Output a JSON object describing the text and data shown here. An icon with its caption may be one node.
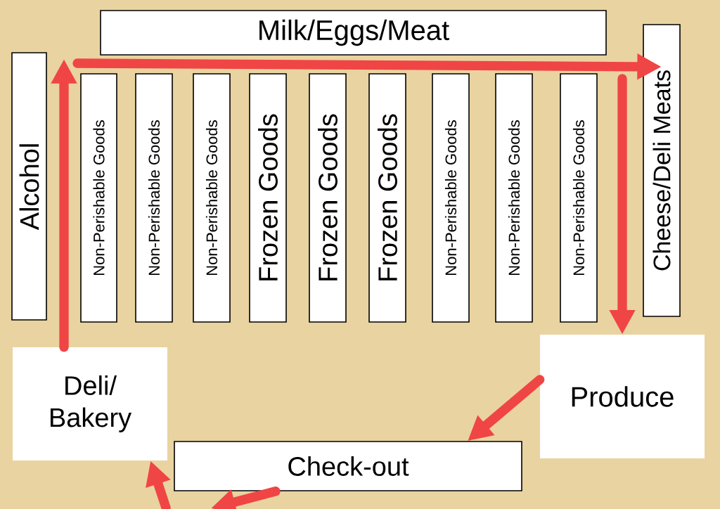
{
  "diagram": {
    "nodes": [
      {
        "text": [
          "Milk/Eggs/Meat"
        ]
      },
      {
        "text": [
          "Alcohol"
        ]
      },
      {
        "text": [
          "Non-Perishable Goods"
        ]
      },
      {
        "text": [
          "Non-Perishable Goods"
        ]
      },
      {
        "text": [
          "Non-Perishable Goods"
        ]
      },
      {
        "text": [
          "Frozen Goods"
        ]
      },
      {
        "text": [
          "Frozen Goods"
        ]
      },
      {
        "text": [
          "Frozen Goods"
        ]
      },
      {
        "text": [
          "Non-Perishable Goods"
        ]
      },
      {
        "text": [
          "Non-Perishable Goods"
        ]
      },
      {
        "text": [
          "Non-Perishable Goods"
        ]
      },
      {
        "text": [
          "Cheese/Deli Meats"
        ]
      },
      {
        "text": [
          "Deli/ Bakery"
        ]
      },
      {
        "text": [
          "Produce"
        ]
      },
      {
        "text": [
          "Check-out"
        ]
      }
    ],
    "edges": [
      {
        "from": 12,
        "to": null,
        "arrow": "to"
      },
      {
        "from": null,
        "to": 11,
        "arrow": "to"
      },
      {
        "from": null,
        "to": 13,
        "arrow": "to"
      },
      {
        "from": 13,
        "to": 14,
        "arrow": "to"
      },
      {
        "from": 14,
        "to": null,
        "arrow": "to"
      },
      {
        "from": null,
        "to": 12,
        "arrow": "to"
      }
    ]
  }
}
